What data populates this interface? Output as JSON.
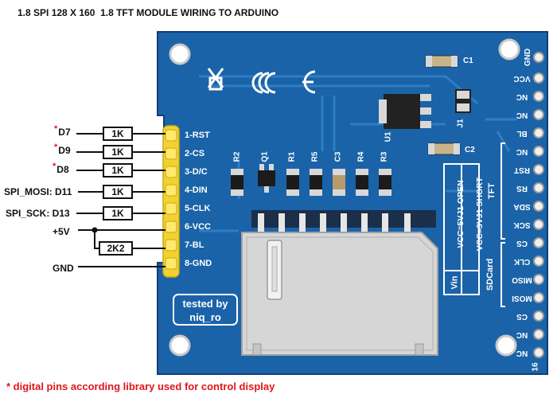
{
  "title": "1.8 SPI 128 X 160  1.8 TFT MODULE WIRING TO ARDUINO",
  "footnote": "* digital pins according library used for control display",
  "credit": {
    "line1": "tested by",
    "line2": "niq_ro"
  },
  "colors": {
    "board": "#1a63a8",
    "board_dark": "#0f4a86",
    "header": "#f2d22f",
    "trace": "#2e7ec3",
    "note_red": "#e0151b"
  },
  "arduino_pins": [
    {
      "star": "*",
      "label": "D7"
    },
    {
      "star": "*",
      "label": "D9"
    },
    {
      "star": "*",
      "label": "D8"
    },
    {
      "star": "",
      "label": "SPI_MOSI: D11"
    },
    {
      "star": "",
      "label": "SPI_SCK: D13"
    },
    {
      "star": "",
      "label": "+5V"
    },
    {
      "star": "",
      "label": "GND"
    }
  ],
  "resistors": [
    "1K",
    "1K",
    "1K",
    "1K",
    "1K",
    "2K2"
  ],
  "module_pins": [
    "1-RST",
    "2-CS",
    "3-D/C",
    "4-DIN",
    "5-CLK",
    "6-VCC",
    "7-BL",
    "8-GND"
  ],
  "right_pins": [
    "GND",
    "VCC",
    "NC",
    "NC",
    "BL",
    "NC",
    "RST",
    "RS",
    "SDA",
    "SCK",
    "CS",
    "CLK",
    "MISO",
    "MOSI",
    "CS",
    "NC",
    "NC",
    "16"
  ],
  "groups": {
    "tft": "TFT",
    "sdcard": "SDCard"
  },
  "component_labels": {
    "r2": "R2",
    "q1": "Q1",
    "r1": "R1",
    "r5": "R5",
    "c3": "C3",
    "r4": "R4",
    "r3": "R3",
    "c1": "C1",
    "c2": "C2",
    "u1": "U1",
    "j1": "J1"
  },
  "jumper_text": {
    "line1": "VCC=5VJ1 OPEN",
    "line2": "VCC=3VJ1 SHORT",
    "vin": "Vin"
  }
}
